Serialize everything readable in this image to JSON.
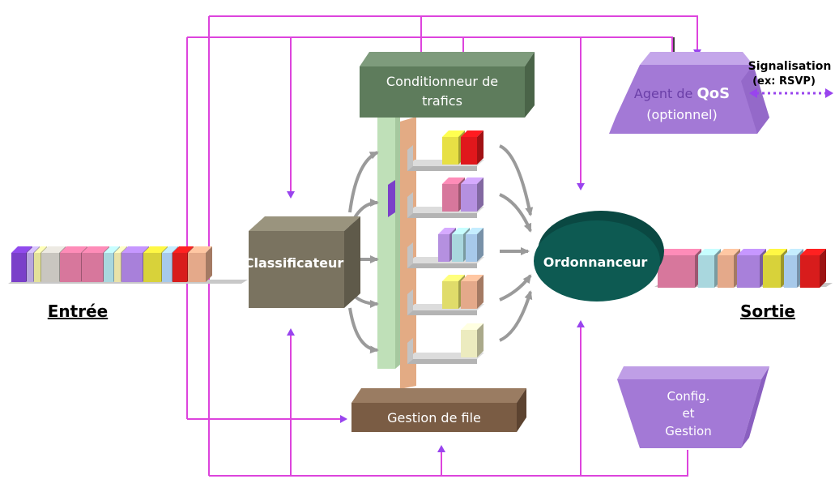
{
  "labels": {
    "input": "Entrée",
    "output": "Sortie",
    "classifier": "Classificateur",
    "shaper_line1": "Conditionneur de",
    "shaper_line2": "trafics",
    "scheduler": "Ordonnanceur",
    "queue_mgmt": "Gestion de file",
    "agent_prefix": "Agent de ",
    "agent_qos": "QoS",
    "agent_line2": "(optionnel)",
    "signal_line1": "Signalisation",
    "signal_line2": "(ex: RSVP)",
    "config_line1": "Config.",
    "config_line2": "et",
    "config_line3": "Gestion"
  },
  "colors": {
    "control_line": "#dd44dd",
    "agent_arrow": "#9944ee",
    "classifier": "#7a7360",
    "shaper": "#5e7c5c",
    "queue_mgmt": "#7a5c44",
    "scheduler": "#0d5a52",
    "agent": "#a379d6",
    "queue_bar_green": "#bfe0b8",
    "queue_bar_salmon": "#e3ab84",
    "flow_arrow": "#9a9a9a"
  },
  "input_packets": [
    "#7a3fc9",
    "#b8a6dd",
    "#e3e19a",
    "#c9c6c0",
    "#d7779c",
    "#d7779c",
    "#a9d7de",
    "#e9e2a8",
    "#a880da",
    "#d8d23a",
    "#a7c9ea",
    "#d81c1c",
    "#e4a98a"
  ],
  "output_packets": [
    "#d7779c",
    "#a9d7de",
    "#e4a98a",
    "#a880da",
    "#d8d23a",
    "#a7c9ea",
    "#d81c1c"
  ],
  "queues": [
    [
      "#e7e044",
      "#e0171c"
    ],
    [
      "#d7779c",
      "#b590e0"
    ],
    [
      "#b590e0",
      "#a9d7de",
      "#a7c9ea"
    ],
    [
      "#e0dc6a",
      "#e4a98a"
    ],
    [
      "#ecebbf"
    ]
  ]
}
